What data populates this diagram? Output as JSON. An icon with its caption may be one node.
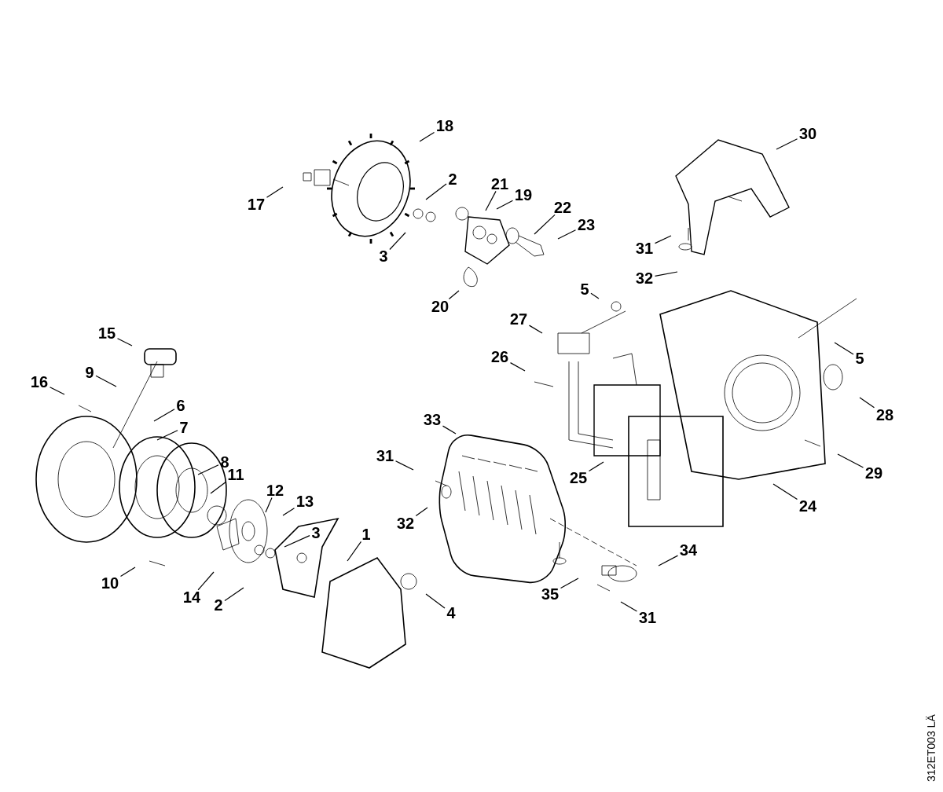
{
  "diagram": {
    "nodes": [
      {
        "text": [
          "18"
        ]
      },
      {
        "text": [
          "17"
        ]
      },
      {
        "text": [
          "2"
        ]
      },
      {
        "text": [
          "21"
        ]
      },
      {
        "text": [
          "19"
        ]
      },
      {
        "text": [
          "22"
        ]
      },
      {
        "text": [
          "23"
        ]
      },
      {
        "text": [
          "3"
        ]
      },
      {
        "text": [
          "20"
        ]
      },
      {
        "text": [
          "30"
        ]
      },
      {
        "text": [
          "31"
        ]
      },
      {
        "text": [
          "32"
        ]
      },
      {
        "text": [
          "5"
        ]
      },
      {
        "text": [
          "27"
        ]
      },
      {
        "text": [
          "26"
        ]
      },
      {
        "text": [
          "5"
        ]
      },
      {
        "text": [
          "15"
        ]
      },
      {
        "text": [
          "9"
        ]
      },
      {
        "text": [
          "16"
        ]
      },
      {
        "text": [
          "6"
        ]
      },
      {
        "text": [
          "28"
        ]
      },
      {
        "text": [
          "7"
        ]
      },
      {
        "text": [
          "33"
        ]
      },
      {
        "text": [
          "31"
        ]
      },
      {
        "text": [
          "8"
        ]
      },
      {
        "text": [
          "11"
        ]
      },
      {
        "text": [
          "12"
        ]
      },
      {
        "text": [
          "13"
        ]
      },
      {
        "text": [
          "3"
        ]
      },
      {
        "text": [
          "25"
        ]
      },
      {
        "text": [
          "29"
        ]
      },
      {
        "text": [
          "24"
        ]
      },
      {
        "text": [
          "32"
        ]
      },
      {
        "text": [
          "1"
        ]
      },
      {
        "text": [
          "34"
        ]
      },
      {
        "text": [
          "10"
        ]
      },
      {
        "text": [
          "35"
        ]
      },
      {
        "text": [
          "14"
        ]
      },
      {
        "text": [
          "2"
        ]
      },
      {
        "text": [
          "4"
        ]
      },
      {
        "text": [
          "31"
        ]
      }
    ],
    "edges": [
      {
        "from": 0,
        "to": null,
        "arrow": "none"
      },
      {
        "from": 1,
        "to": null,
        "arrow": "none"
      },
      {
        "from": 2,
        "to": null,
        "arrow": "none"
      },
      {
        "from": 3,
        "to": null,
        "arrow": "none"
      },
      {
        "from": 4,
        "to": null,
        "arrow": "none"
      },
      {
        "from": 5,
        "to": null,
        "arrow": "none"
      },
      {
        "from": 6,
        "to": null,
        "arrow": "none"
      },
      {
        "from": 7,
        "to": null,
        "arrow": "none"
      },
      {
        "from": 8,
        "to": null,
        "arrow": "none"
      },
      {
        "from": 9,
        "to": null,
        "arrow": "none"
      },
      {
        "from": 10,
        "to": null,
        "arrow": "none"
      },
      {
        "from": 11,
        "to": null,
        "arrow": "none"
      },
      {
        "from": 12,
        "to": null,
        "arrow": "none"
      },
      {
        "from": 13,
        "to": null,
        "arrow": "none"
      },
      {
        "from": 14,
        "to": null,
        "arrow": "none"
      },
      {
        "from": 15,
        "to": null,
        "arrow": "none"
      },
      {
        "from": 16,
        "to": null,
        "arrow": "none"
      },
      {
        "from": 17,
        "to": null,
        "arrow": "none"
      },
      {
        "from": 18,
        "to": null,
        "arrow": "none"
      },
      {
        "from": 19,
        "to": null,
        "arrow": "none"
      },
      {
        "from": 20,
        "to": null,
        "arrow": "none"
      },
      {
        "from": 21,
        "to": null,
        "arrow": "none"
      },
      {
        "from": 22,
        "to": null,
        "arrow": "none"
      },
      {
        "from": 23,
        "to": null,
        "arrow": "none"
      },
      {
        "from": 24,
        "to": null,
        "arrow": "none"
      },
      {
        "from": 25,
        "to": null,
        "arrow": "none"
      },
      {
        "from": 26,
        "to": null,
        "arrow": "none"
      },
      {
        "from": 27,
        "to": null,
        "arrow": "none"
      },
      {
        "from": 28,
        "to": null,
        "arrow": "none"
      },
      {
        "from": 29,
        "to": null,
        "arrow": "none"
      },
      {
        "from": 30,
        "to": null,
        "arrow": "none"
      },
      {
        "from": 31,
        "to": null,
        "arrow": "none"
      },
      {
        "from": 32,
        "to": null,
        "arrow": "none"
      },
      {
        "from": 33,
        "to": null,
        "arrow": "none"
      },
      {
        "from": 34,
        "to": null,
        "arrow": "none"
      },
      {
        "from": 35,
        "to": null,
        "arrow": "none"
      },
      {
        "from": 36,
        "to": null,
        "arrow": "none"
      },
      {
        "from": 37,
        "to": null,
        "arrow": "none"
      },
      {
        "from": 38,
        "to": null,
        "arrow": "none"
      },
      {
        "from": 39,
        "to": null,
        "arrow": "none"
      },
      {
        "from": 40,
        "to": null,
        "arrow": "none"
      }
    ],
    "labels": [
      "312ET003 LÄ"
    ]
  }
}
